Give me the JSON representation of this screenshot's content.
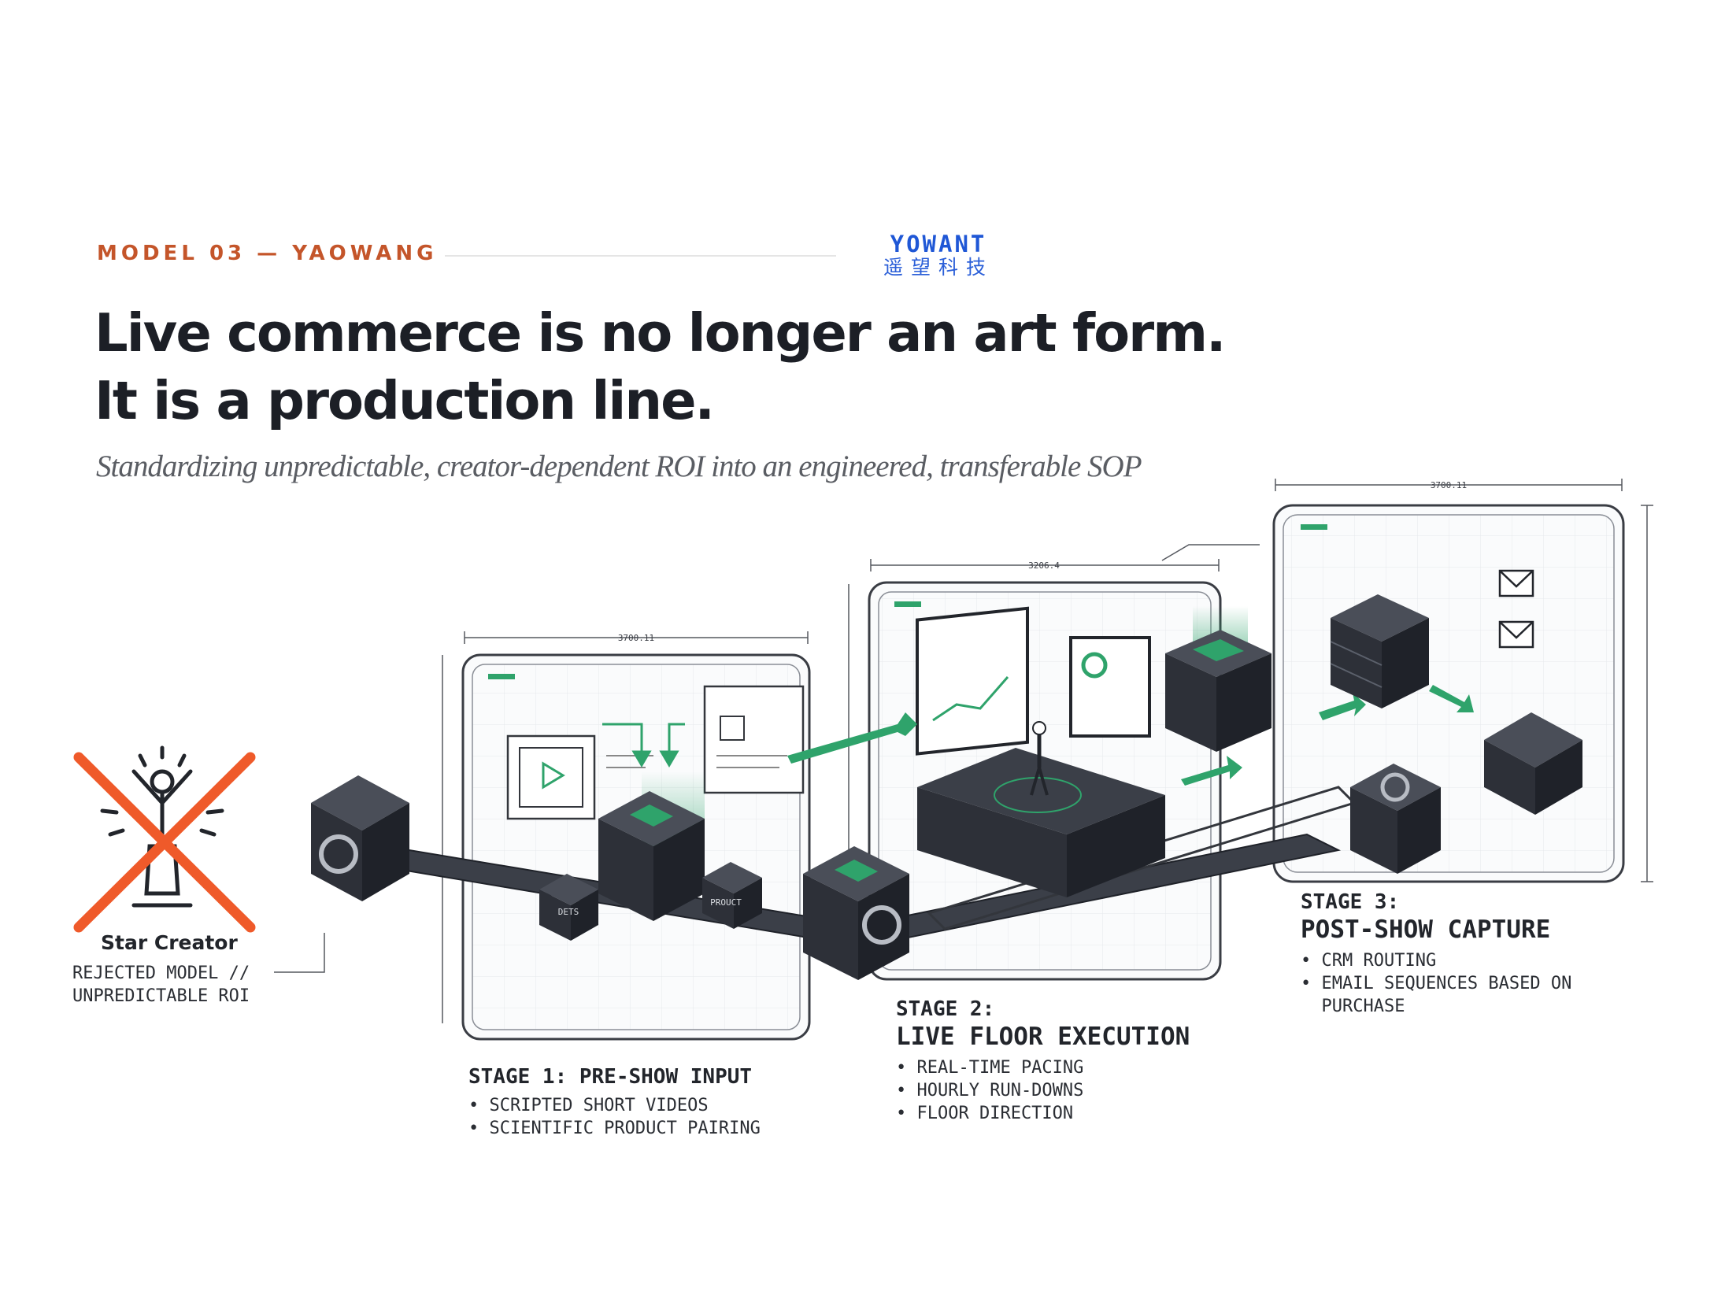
{
  "header": {
    "eyebrow": "MODEL 03 — YAOWANG",
    "brand_en": "YOWANT",
    "brand_cn": "遥望科技",
    "title_line1": "Live commerce is no longer an art form.",
    "title_line2": "It is a production line.",
    "subtitle": "Standardizing unpredictable, creator-dependent ROI into an engineered, transferable SOP"
  },
  "diagram": {
    "rejected": {
      "name": "Star Creator",
      "note_line1": "REJECTED MODEL //",
      "note_line2": "UNPREDICTABLE ROI",
      "color": "#ef5a2a"
    },
    "dimensions": [
      "3700.11",
      "3206.4",
      "3700.11"
    ],
    "box_labels": [
      "DETS",
      "PROUCT"
    ],
    "accent_color": "#2fa36b",
    "stages": [
      {
        "title_line1": "STAGE 1: PRE-SHOW INPUT",
        "title_line2": "",
        "bullets": [
          "• SCRIPTED SHORT VIDEOS",
          "• SCIENTIFIC PRODUCT PAIRING"
        ]
      },
      {
        "title_line1": "STAGE 2:",
        "title_line2": "LIVE FLOOR EXECUTION",
        "bullets": [
          "• REAL-TIME PACING",
          "• HOURLY RUN-DOWNS",
          "• FLOOR DIRECTION"
        ]
      },
      {
        "title_line1": "STAGE 3:",
        "title_line2": "POST-SHOW CAPTURE",
        "bullets": [
          "• CRM ROUTING",
          "• EMAIL SEQUENCES BASED ON",
          "  PURCHASE"
        ]
      }
    ]
  }
}
